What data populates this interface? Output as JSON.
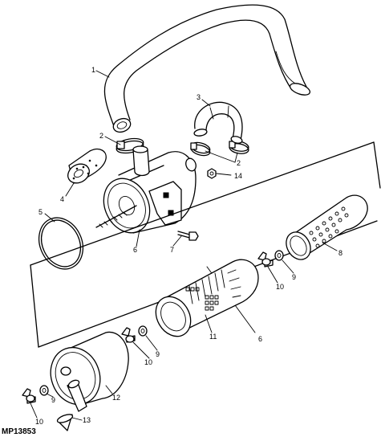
{
  "figure_code": "MP13853",
  "callouts": [
    {
      "id": "c1",
      "text": "1"
    },
    {
      "id": "c2a",
      "text": "2"
    },
    {
      "id": "c2b",
      "text": "2"
    },
    {
      "id": "c3",
      "text": "3"
    },
    {
      "id": "c4",
      "text": "4"
    },
    {
      "id": "c5",
      "text": "5"
    },
    {
      "id": "c6a",
      "text": "6"
    },
    {
      "id": "c6b",
      "text": "6"
    },
    {
      "id": "c7",
      "text": "7"
    },
    {
      "id": "c8",
      "text": "8"
    },
    {
      "id": "c9a",
      "text": "9"
    },
    {
      "id": "c9b",
      "text": "9"
    },
    {
      "id": "c9c",
      "text": "9"
    },
    {
      "id": "c10a",
      "text": "10"
    },
    {
      "id": "c10b",
      "text": "10"
    },
    {
      "id": "c10c",
      "text": "10"
    },
    {
      "id": "c11",
      "text": "11"
    },
    {
      "id": "c12",
      "text": "12"
    },
    {
      "id": "c13",
      "text": "13"
    },
    {
      "id": "c14",
      "text": "14"
    }
  ]
}
